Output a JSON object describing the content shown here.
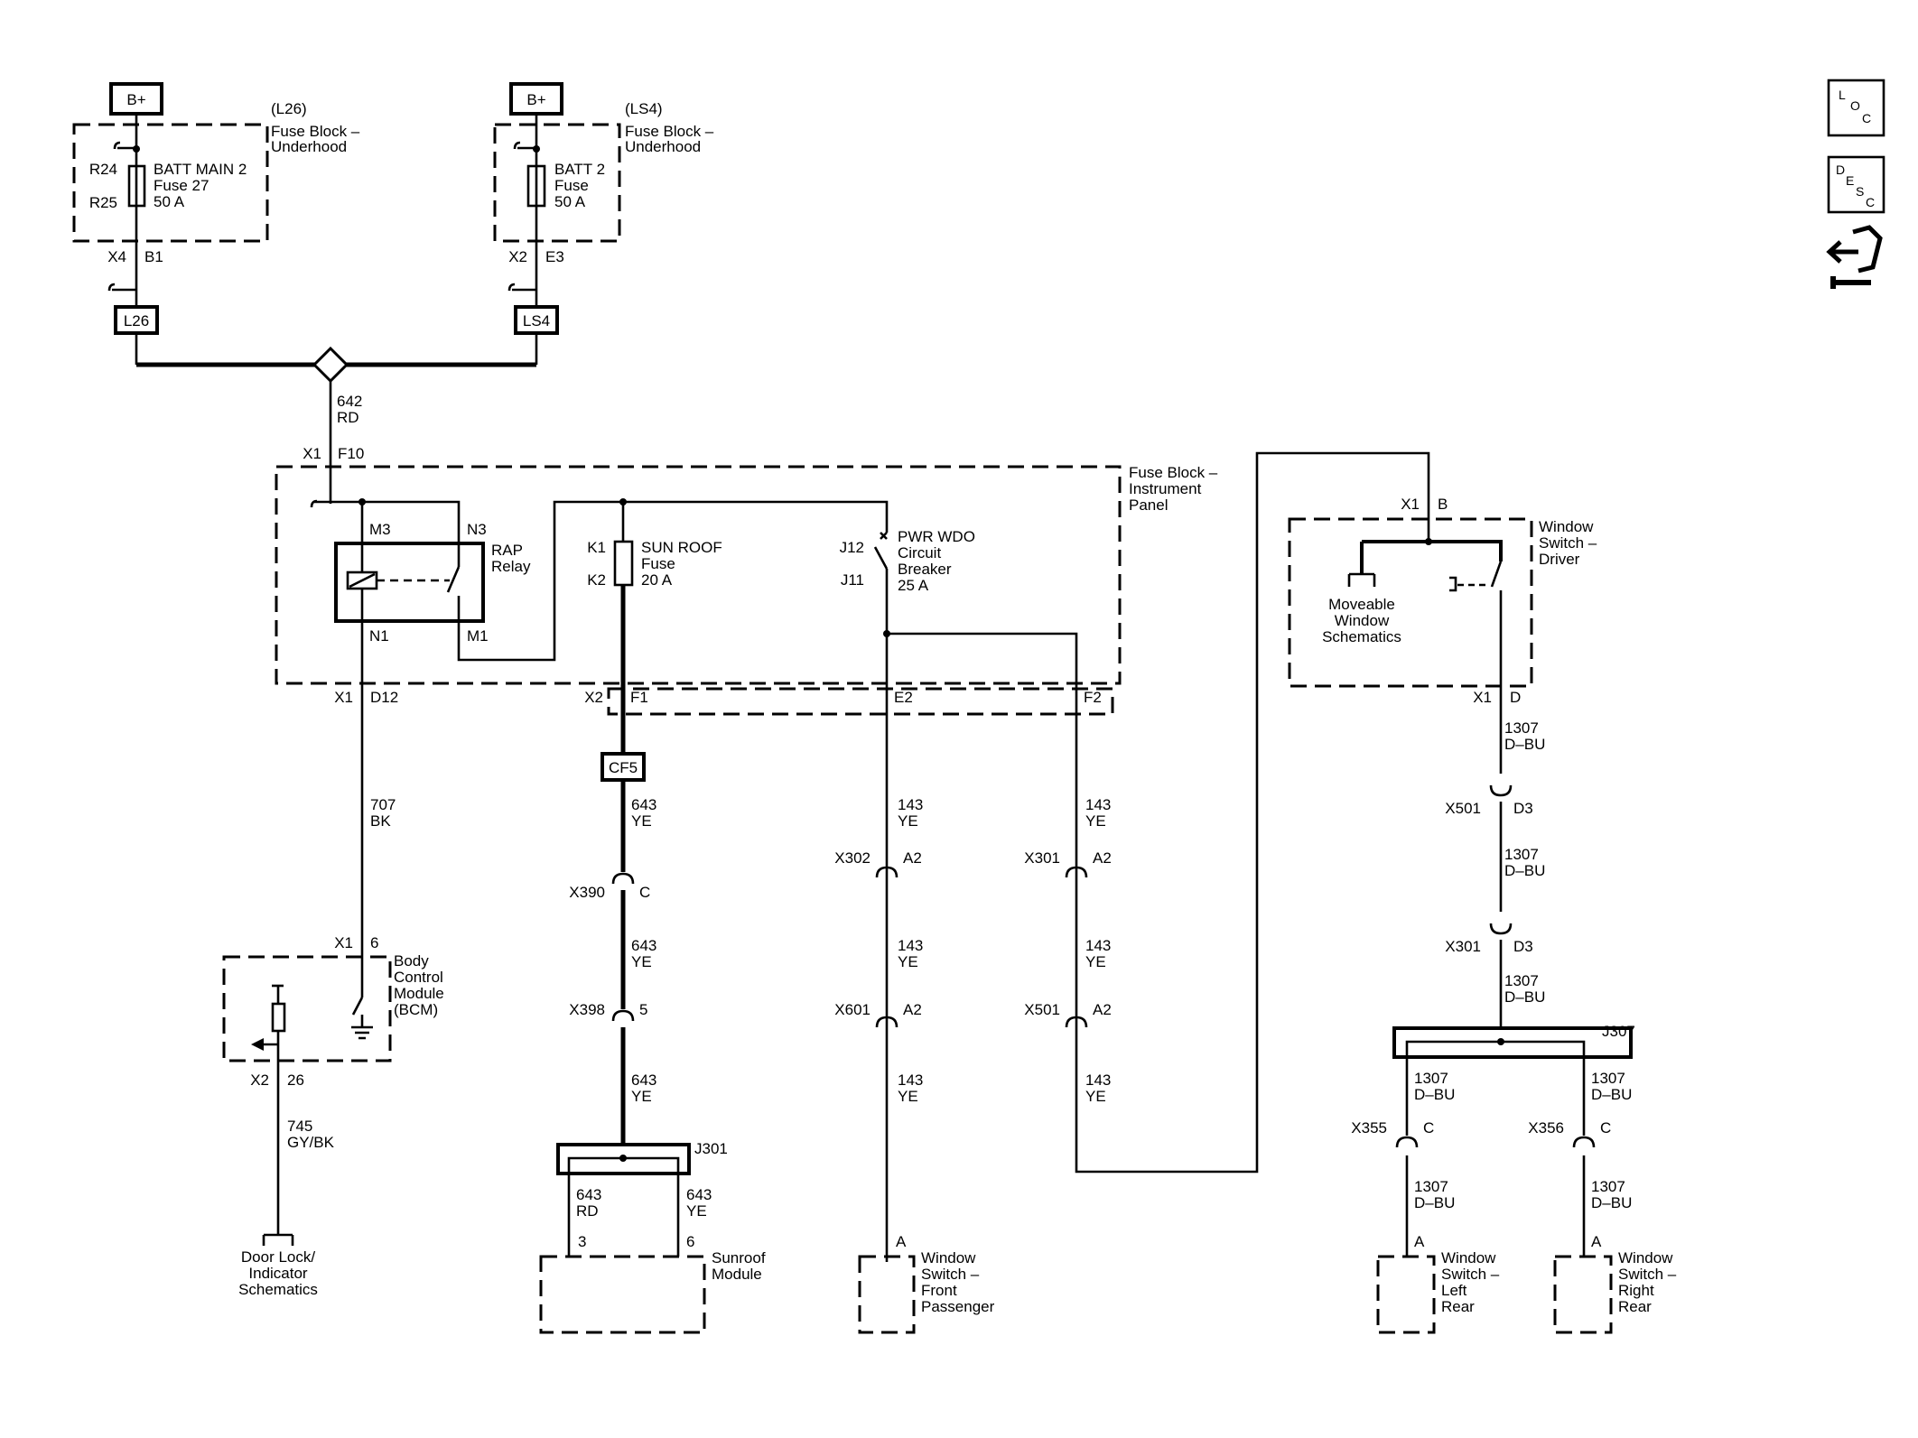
{
  "power": {
    "left": {
      "label": "B+",
      "option": "(L26)",
      "block": [
        "Fuse Block –",
        "Underhood"
      ],
      "fuse": [
        "BATT MAIN 2",
        "Fuse 27",
        "50 A"
      ],
      "term_top": "R24",
      "term_bot": "R25",
      "conn": "X4",
      "pin": "B1",
      "splice": "L26"
    },
    "right": {
      "label": "B+",
      "option": "(LS4)",
      "block": [
        "Fuse Block –",
        "Underhood"
      ],
      "fuse": [
        "BATT 2",
        "Fuse",
        "50 A"
      ],
      "conn": "X2",
      "pin": "E3",
      "splice": "LS4"
    }
  },
  "feed": {
    "circuit": "642",
    "color": "RD",
    "conn": "X1",
    "pin": "F10"
  },
  "ip_fuse_block": {
    "title": [
      "Fuse Block –",
      "Instrument",
      "Panel"
    ],
    "relay": {
      "name": [
        "RAP",
        "Relay"
      ],
      "m3": "M3",
      "n3": "N3",
      "n1": "N1",
      "m1": "M1"
    },
    "sunroof_fuse": {
      "k1": "K1",
      "k2": "K2",
      "label": [
        "SUN ROOF",
        "Fuse",
        "20 A"
      ]
    },
    "breaker": {
      "j12": "J12",
      "j11": "J11",
      "label": [
        "PWR WDO",
        "Circuit",
        "Breaker",
        "25 A"
      ]
    },
    "outputs": {
      "x1": "X1",
      "d12": "D12",
      "x2": "X2",
      "f1": "F1",
      "e2": "E2",
      "f2": "F2"
    }
  },
  "bcm_branch": {
    "wire1": {
      "circuit": "707",
      "color": "BK"
    },
    "conn": "X1",
    "pin": "6",
    "module": [
      "Body",
      "Control",
      "Module",
      "(BCM)"
    ],
    "out_conn": "X2",
    "out_pin": "26",
    "wire2": {
      "circuit": "745",
      "color": "GY/BK"
    },
    "dest": [
      "Door Lock/",
      "Indicator",
      "Schematics"
    ]
  },
  "sunroof_branch": {
    "splice_cf": "CF5",
    "wire": {
      "circuit": "643",
      "color": "YE"
    },
    "c1": {
      "conn": "X390",
      "pin": "C"
    },
    "c2": {
      "conn": "X398",
      "pin": "5"
    },
    "splice_j": "J301",
    "leg_left": {
      "circuit": "643",
      "color": "RD",
      "pin": "3"
    },
    "leg_right": {
      "circuit": "643",
      "color": "YE",
      "pin": "6"
    },
    "module": [
      "Sunroof",
      "Module"
    ]
  },
  "front_pass_branch": {
    "wire": {
      "circuit": "143",
      "color": "YE"
    },
    "c1": {
      "conn": "X302",
      "pin": "A2"
    },
    "c2": {
      "conn": "X601",
      "pin": "A2"
    },
    "pin": "A",
    "module": [
      "Window",
      "Switch –",
      "Front",
      "Passenger"
    ]
  },
  "driver_feed": {
    "wire": {
      "circuit": "143",
      "color": "YE"
    },
    "c1": {
      "conn": "X301",
      "pin": "A2"
    },
    "c2": {
      "conn": "X501",
      "pin": "A2"
    }
  },
  "driver_switch": {
    "in_conn": "X1",
    "in_pin": "B",
    "title": [
      "Window",
      "Switch –",
      "Driver"
    ],
    "ref": [
      "Moveable",
      "Window",
      "Schematics"
    ],
    "out_conn": "X1",
    "out_pin": "D",
    "wire": {
      "circuit": "1307",
      "color": "D–BU"
    },
    "c1": {
      "conn": "X501",
      "pin": "D3"
    },
    "c2": {
      "conn": "X301",
      "pin": "D3"
    },
    "splice_j": "J307",
    "left": {
      "conn": "X355",
      "pin": "C",
      "end_pin": "A",
      "module": [
        "Window",
        "Switch –",
        "Left",
        "Rear"
      ]
    },
    "right": {
      "conn": "X356",
      "pin": "C",
      "end_pin": "A",
      "module": [
        "Window",
        "Switch –",
        "Right",
        "Rear"
      ]
    }
  },
  "nav": {
    "loc": [
      "L",
      "O",
      "C"
    ],
    "desc": [
      "D",
      "E",
      "S",
      "C"
    ]
  }
}
